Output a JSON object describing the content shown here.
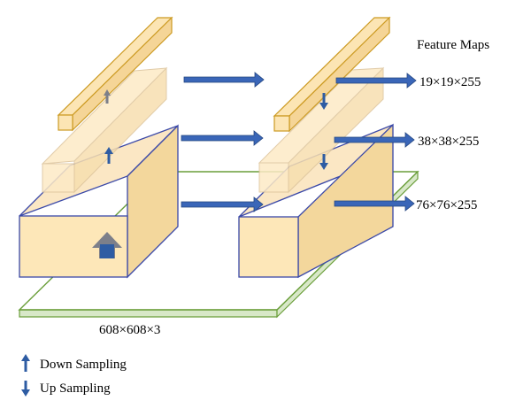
{
  "colors": {
    "box_fill": "#fde7b8",
    "box_top": "#fbe7c4",
    "box_side": "#f3d79c",
    "blue_edge": "#3b49a8",
    "orange_edge": "#cc9a22",
    "orange_fill": "#fce5b4",
    "faint_fill": "#fdeac6",
    "faint_edge": "#dcc39a",
    "arrow_blue": "#3a66b8",
    "arrow_edge": "#23457f",
    "plane_edge": "#6a9e3a",
    "plane_side": "#d8e8c8",
    "small_arrow": "#2e5ca3",
    "up_arrow_gray": "#7c7f8a"
  },
  "labels": {
    "feature_maps_title": "Feature Maps",
    "output_small": "19×19×255",
    "output_medium": "38×38×255",
    "output_large": "76×76×255",
    "input_size": "608×608×3"
  },
  "legend": {
    "down_sampling": {
      "icon": "up-arrow-icon",
      "label": "Down Sampling"
    },
    "up_sampling": {
      "icon": "down-arrow-icon",
      "label": "Up Sampling"
    }
  }
}
